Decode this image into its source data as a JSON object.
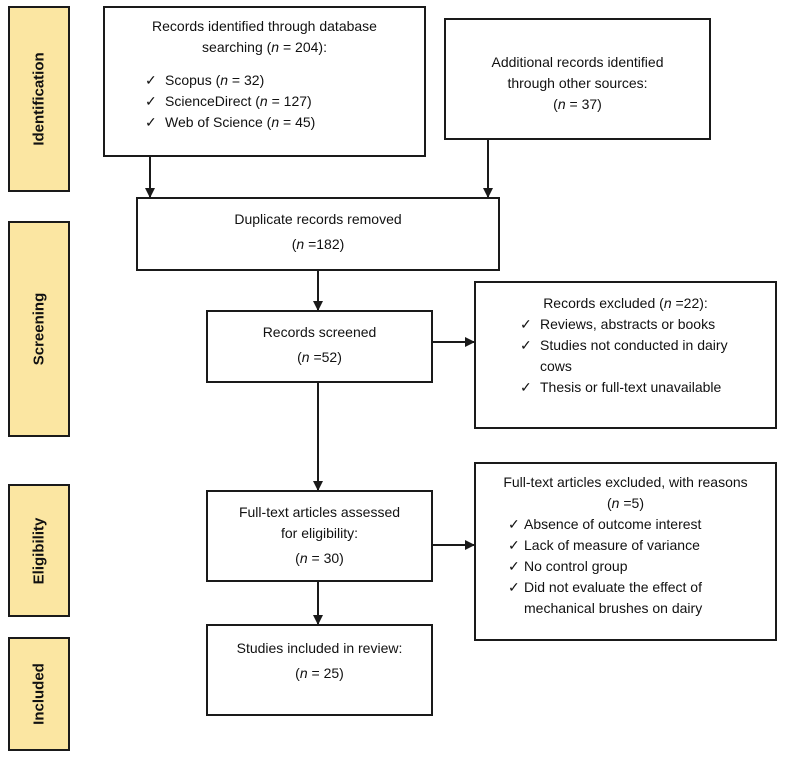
{
  "phases": {
    "identification": "Identification",
    "screening": "Screening",
    "eligibility": "Eligibility",
    "included": "Included"
  },
  "n_symbol": "n",
  "check_glyph": "✓",
  "database_search": {
    "title_line1": "Records identified through database",
    "title_line2_pre": "searching (",
    "title_line2_post": " = 204):",
    "sources": [
      {
        "name": "Scopus (",
        "count": " = 32)"
      },
      {
        "name": "ScienceDirect (",
        "count": " = 127)"
      },
      {
        "name": "Web of Science (",
        "count": " = 45)"
      }
    ]
  },
  "other_sources": {
    "line1": "Additional records identified",
    "line2": "through other sources:",
    "count_pre": "(",
    "count_post": " = 37)"
  },
  "duplicates": {
    "label": "Duplicate records removed",
    "count_pre": "(",
    "count_post": " =182)"
  },
  "screened": {
    "label": "Records screened",
    "count_pre": "(",
    "count_post": " =52)"
  },
  "excluded": {
    "title_pre": "Records excluded (",
    "title_post": " =22):",
    "reasons": [
      "Reviews, abstracts or books",
      "Studies not conducted in dairy cows",
      "Thesis or full-text unavailable"
    ]
  },
  "fulltext_assessed": {
    "line1": "Full-text articles assessed",
    "line2": "for eligibility:",
    "count_pre": "(",
    "count_post": " = 30)"
  },
  "fulltext_excluded": {
    "title": "Full-text articles excluded, with reasons",
    "count_pre": "(",
    "count_post": " =5)",
    "reasons": [
      "Absence of outcome interest",
      "Lack of measure of variance",
      "No control group",
      "Did not evaluate the effect of mechanical brushes on dairy"
    ]
  },
  "included": {
    "label": "Studies included in review:",
    "count_pre": "(",
    "count_post": " = 25)"
  }
}
